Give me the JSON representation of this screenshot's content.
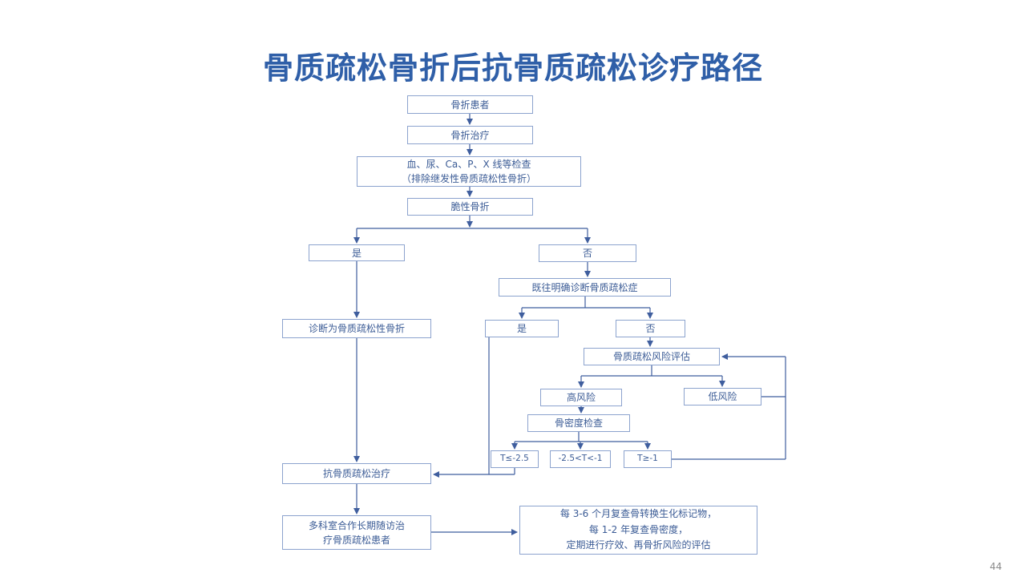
{
  "slide": {
    "title": "骨质疏松骨折后抗骨质疏松诊疗路径",
    "page_number": "44"
  },
  "colors": {
    "title": "#2F5FA8",
    "border": "#8CA3CE",
    "text": "#3C5C96",
    "line": "#3F5E9E",
    "page": "#8a8a8a"
  },
  "flowchart": {
    "nodes": {
      "fracture_patient": {
        "label": "骨折患者"
      },
      "fracture_treatment": {
        "label": "骨折治疗"
      },
      "lab_tests": {
        "label": "血、尿、Ca、P、X 线等检查\n（排除继发性骨质疏松性骨折）"
      },
      "fragility_fracture": {
        "label": "脆性骨折"
      },
      "yes_1": {
        "label": "是"
      },
      "no_1": {
        "label": "否"
      },
      "prior_op_diagnosis": {
        "label": "既往明确诊断骨质疏松症"
      },
      "diagnosed_op_fracture": {
        "label": "诊断为骨质疏松性骨折"
      },
      "yes_2": {
        "label": "是"
      },
      "no_2": {
        "label": "否"
      },
      "risk_assessment": {
        "label": "骨质疏松风险评估"
      },
      "high_risk": {
        "label": "高风险"
      },
      "low_risk": {
        "label": "低风险"
      },
      "bmd_test": {
        "label": "骨密度检查"
      },
      "t_below": {
        "label": "T≤-2.5"
      },
      "t_mid": {
        "label": "-2.5<T<-1"
      },
      "t_above": {
        "label": "T≥-1"
      },
      "anti_op_treatment": {
        "label": "抗骨质疏松治疗"
      },
      "long_term_followup": {
        "label": "多科室合作长期随访治\n疗骨质疏松患者"
      },
      "monitoring_plan": {
        "label": "每 3-6 个月复查骨转换生化标记物，\n每 1-2 年复查骨密度，\n定期进行疗效、再骨折风险的评估"
      }
    }
  }
}
